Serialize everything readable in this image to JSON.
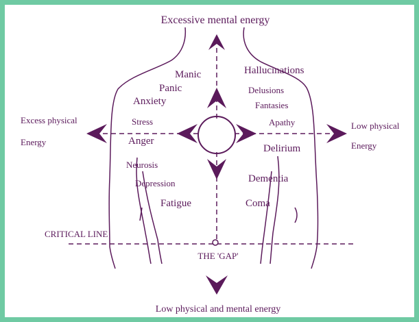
{
  "colors": {
    "frame": "#6fcaa3",
    "ink": "#5b1a5b",
    "background": "#ffffff"
  },
  "labels": {
    "top": "Excessive mental energy",
    "bottom": "Low physical and mental energy",
    "left_line1": "Excess physical",
    "left_line2": "Energy",
    "right_line1": "Low physical",
    "right_line2": "Energy",
    "manic": "Manic",
    "panic": "Panic",
    "anxiety": "Anxiety",
    "stress": "Stress",
    "anger": "Anger",
    "neurosis": "Neurosis",
    "depression": "Depression",
    "fatigue": "Fatigue",
    "hallucinations": "Hallucinations",
    "delusions": "Delusions",
    "fantasies": "Fantasies",
    "apathy": "Apathy",
    "delirium": "Delirium",
    "dementia": "Dementia",
    "coma": "Coma",
    "critical_line": "CRITICAL LINE",
    "gap": "THE 'GAP'"
  }
}
